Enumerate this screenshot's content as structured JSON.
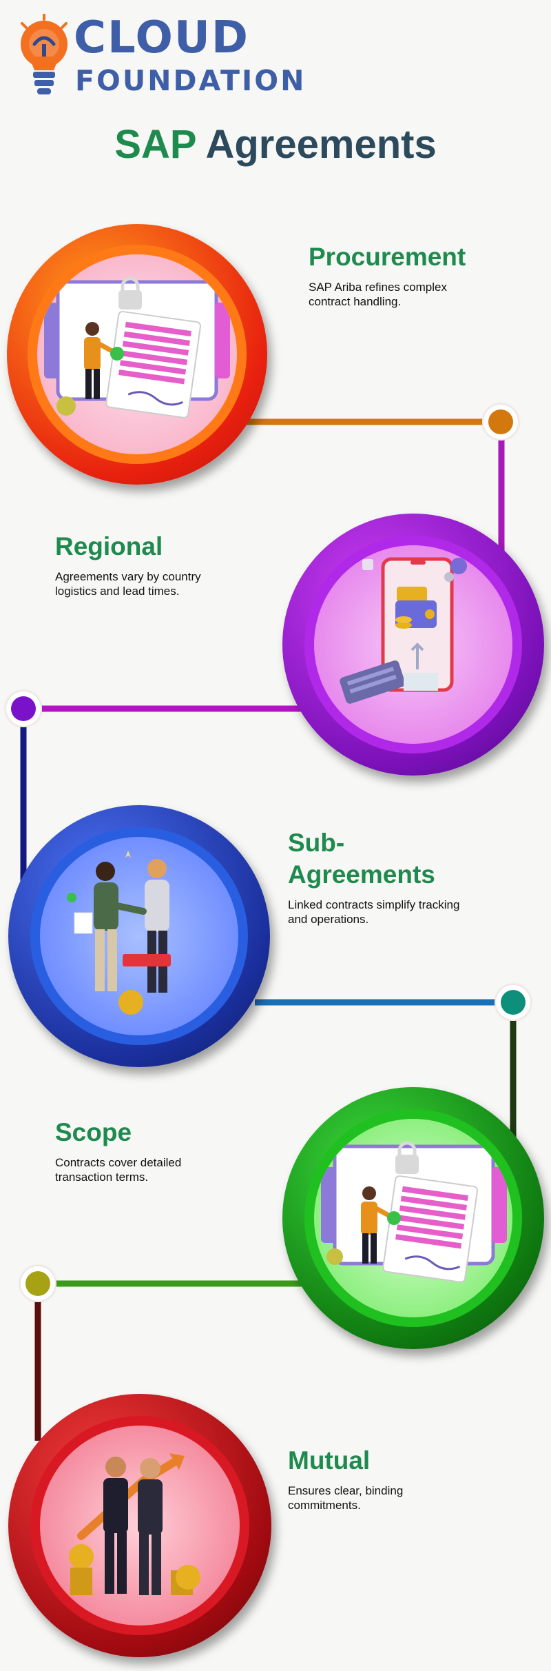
{
  "brand": {
    "line1": "CLOUD",
    "line2": "FOUNDATION",
    "color": "#3f5ea8",
    "icon": "lightbulb-icon"
  },
  "title": {
    "part1": "SAP",
    "part2": "Agreements"
  },
  "sections": [
    {
      "heading": "Procurement",
      "description": "SAP Ariba refines complex contract handling.",
      "illustration": "signature-document",
      "ring_color": "#f4501a",
      "node_color": "#d2780e"
    },
    {
      "heading": "Regional",
      "description": "Agreements vary by country logistics and lead times.",
      "illustration": "mobile-wallet",
      "ring_color": "#9c1fc9",
      "node_color": "#7a12c9"
    },
    {
      "heading": "Sub-Agreements",
      "description": "Linked contracts simplify tracking and operations.",
      "illustration": "handshake",
      "ring_color": "#1d3fb0",
      "node_color": "#0e8f7c"
    },
    {
      "heading": "Scope",
      "description": "Contracts cover detailed transaction terms.",
      "illustration": "signature-document",
      "ring_color": "#16a316",
      "node_color": "#a6a214"
    },
    {
      "heading": "Mutual",
      "description": "Ensures clear, binding commitments.",
      "illustration": "business-partners",
      "ring_color": "#c2101a",
      "node_color": ""
    }
  ]
}
